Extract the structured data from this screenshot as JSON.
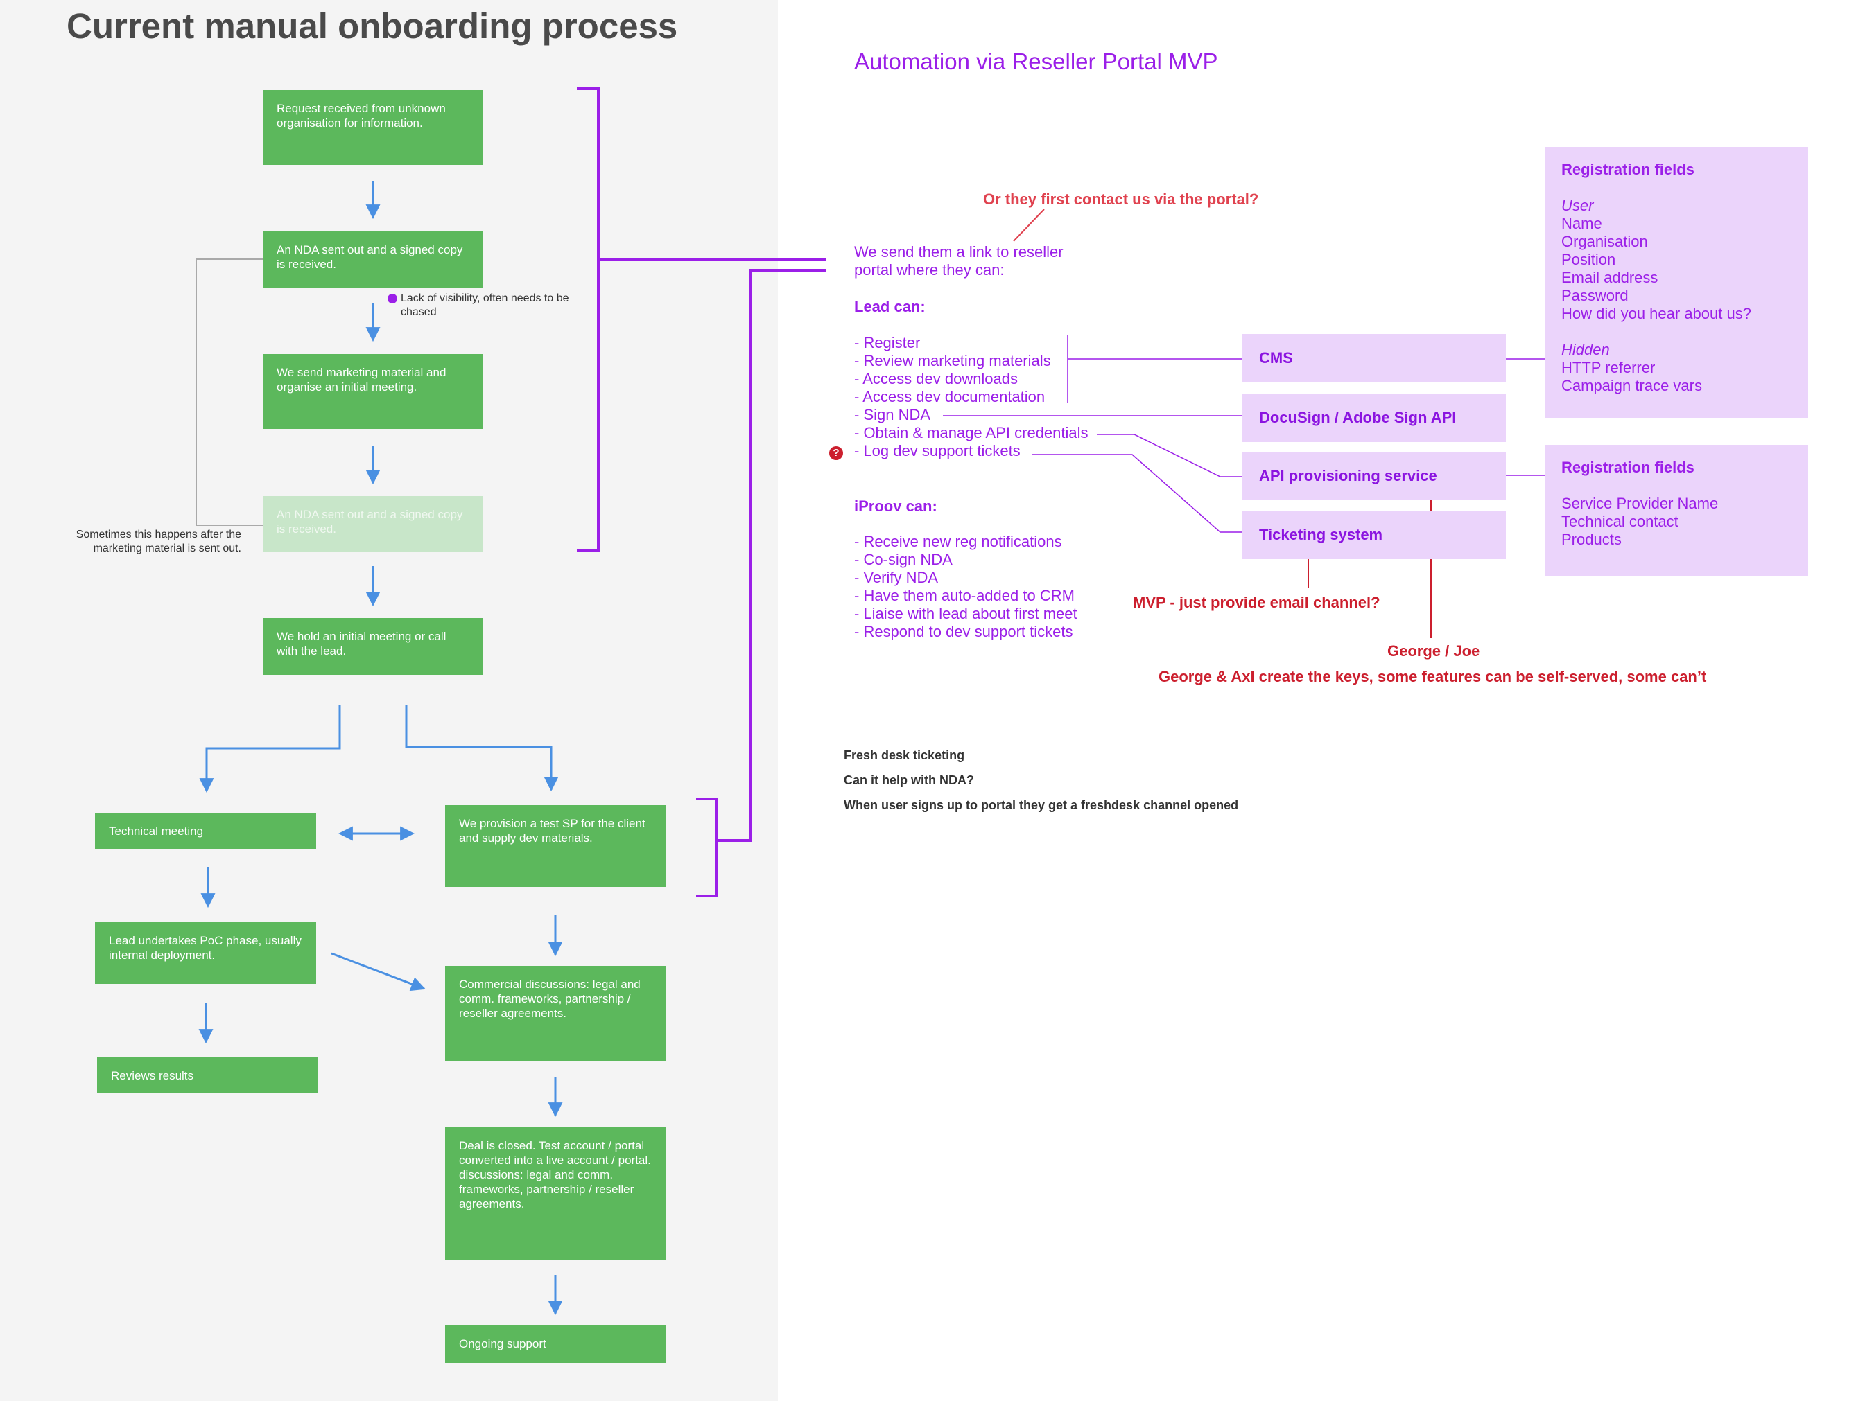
{
  "left": {
    "title": "Current manual onboarding process",
    "steps": {
      "request": "Request received from unknown organisation for information.",
      "nda1": "An NDA sent out and a signed copy is received.",
      "marketing": "We send marketing material and organise an initial meeting.",
      "nda2": "An NDA sent out and a signed copy is received.",
      "meeting": "We hold an initial meeting or call with the lead.",
      "technical": "Technical meeting",
      "provision": "We provision a test SP for the client and supply dev materials.",
      "poc": "Lead undertakes PoC phase, usually internal deployment.",
      "commercial": "Commercial discussions: legal and comm. frameworks, partnership / reseller agreements.",
      "reviews": "Reviews results",
      "deal": "Deal is closed. Test account / portal converted into a live account / portal. discussions: legal and comm. frameworks, partnership / reseller agreements.",
      "support": "Ongoing support"
    },
    "visibility_note": "Lack of visibility, often needs to be chased",
    "sometimes_note": "Sometimes this happens after the marketing material is sent out."
  },
  "right": {
    "title": "Automation via Reseller Portal MVP",
    "question_top": "Or they first contact us via the portal?",
    "intro": [
      "We send them a link to reseller",
      "portal where they can:"
    ],
    "lead_heading": "Lead can:",
    "lead_items": [
      "- Register",
      "- Review marketing materials",
      "- Access dev downloads",
      "- Access dev documentation",
      "- Sign NDA",
      "- Obtain & manage API credentials",
      "- Log dev support tickets"
    ],
    "iproov_heading": "iProov can:",
    "iproov_items": [
      "- Receive new reg notifications",
      "- Co-sign NDA",
      "- Verify NDA",
      "- Have them auto-added to CRM",
      "- Liaise with lead about first meet",
      "- Respond to dev support tickets"
    ],
    "systems": {
      "cms": "CMS",
      "docusign": "DocuSign / Adobe Sign API",
      "api": "API provisioning service",
      "ticketing": "Ticketing system"
    },
    "reg1": {
      "heading": "Registration fields",
      "user_label": "User",
      "user_fields": [
        "Name",
        "Organisation",
        "Position",
        "Email address",
        "Password",
        "How did you hear about us?"
      ],
      "hidden_label": "Hidden",
      "hidden_fields": [
        "HTTP referrer",
        "Campaign trace vars"
      ]
    },
    "reg2": {
      "heading": "Registration fields",
      "fields": [
        "Service Provider Name",
        "Technical contact",
        "Products"
      ]
    },
    "mvp_note": "MVP - just provide email channel?",
    "george_joe": "George / Joe",
    "george_axl": "George & Axl create the keys, some features can be self-served, some can’t",
    "question_icon": "?",
    "fresh": [
      "Fresh desk ticketing",
      "Can it help with NDA?",
      "When user signs up to portal they get a freshdesk channel opened"
    ]
  },
  "colors": {
    "green": "#5cb85c",
    "green_faded": "#c8e6c9",
    "purple": "#9b1fe8",
    "lilac": "#ebd4fb",
    "red": "#cc1f2e",
    "arrow_blue": "#4a90e2",
    "panel_grey": "#f4f4f4"
  }
}
